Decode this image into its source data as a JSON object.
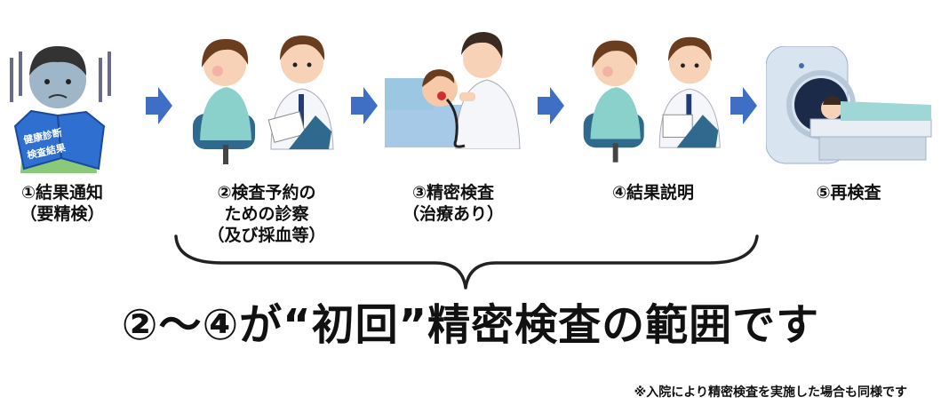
{
  "steps": [
    {
      "lines": [
        "①結果通知",
        "（要精検）"
      ],
      "book_text": [
        "健康診断",
        "検査結果"
      ]
    },
    {
      "lines": [
        "②検査予約の",
        "ための診察",
        "（及び採血等）"
      ]
    },
    {
      "lines": [
        "③精密検査",
        "（治療あり）"
      ]
    },
    {
      "lines": [
        "④結果説明"
      ]
    },
    {
      "lines": [
        "⑤再検査"
      ]
    }
  ],
  "headline": "②～④が“初回”精密検査の範囲です",
  "footnote": "※入院により精密検査を実施した場合も同様です",
  "colors": {
    "arrow": "#3f6fc4",
    "text": "#111111",
    "brace": "#222222"
  }
}
